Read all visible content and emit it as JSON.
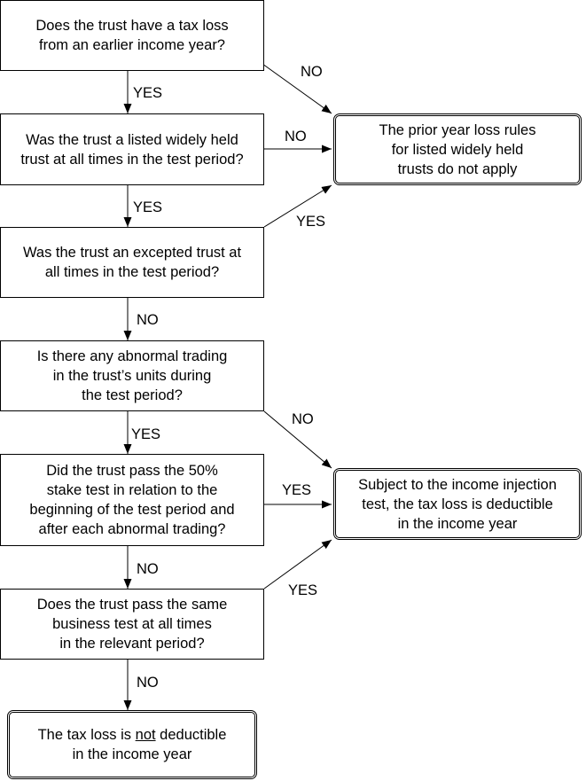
{
  "questions": [
    {
      "text": "Does the trust have a tax loss\nfrom an earlier income year?"
    },
    {
      "text": "Was the trust a listed widely held\ntrust at all times in the test period?"
    },
    {
      "text": "Was the trust an excepted trust at\nall times in the test period?"
    },
    {
      "text": "Is there any abnormal trading\nin the trust’s units during\nthe test period?"
    },
    {
      "text": "Did the trust pass the 50%\nstake test in relation to the\nbeginning of the test period and\nafter each abnormal trading?"
    },
    {
      "text": "Does the trust pass the same\nbusiness test at all times\nin the relevant period?"
    }
  ],
  "outcomes": {
    "not_apply": "The prior year loss rules\nfor listed widely held\ntrusts do not apply",
    "deductible": "Subject to the income injection\ntest, the tax loss is deductible\nin the income year",
    "not_deductible": {
      "before": "The tax loss is ",
      "underlined": "not",
      "after": " deductible\nin the income year"
    }
  },
  "labels": {
    "q1_down": "YES",
    "q1_right": "NO",
    "q2_down": "YES",
    "q2_right": "NO",
    "q3_right": "YES",
    "q3_down": "NO",
    "q4_right": "NO",
    "q4_down": "YES",
    "q5_right": "YES",
    "q5_down": "NO",
    "q6_right": "YES",
    "q6_down": "NO"
  }
}
